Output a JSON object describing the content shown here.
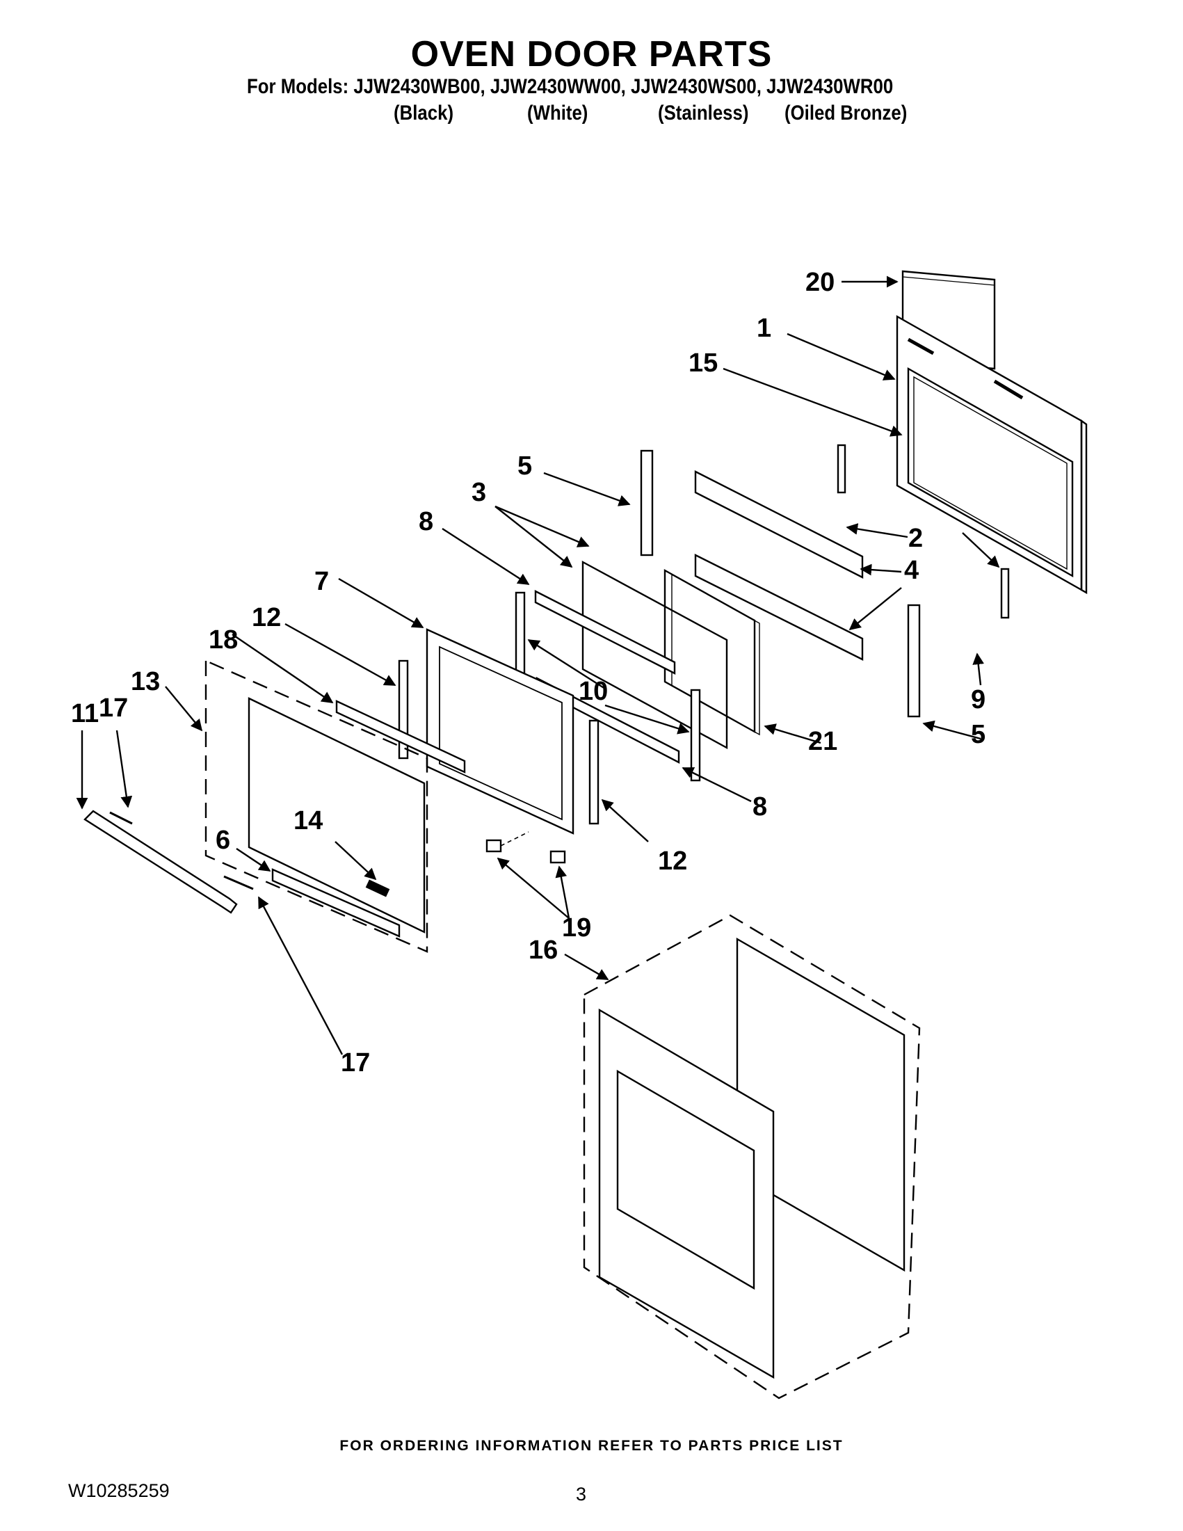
{
  "header": {
    "title": "OVEN DOOR PARTS",
    "models_line": "For Models: JJW2430WB00, JJW2430WW00, JJW2430WS00, JJW2430WR00",
    "colors": [
      "(Black)",
      "(White)",
      "(Stainless)",
      "(Oiled Bronze)"
    ]
  },
  "callouts": [
    "20",
    "1",
    "15",
    "5",
    "3",
    "8",
    "2",
    "4",
    "7",
    "12",
    "18",
    "10",
    "9",
    "5",
    "13",
    "11",
    "17",
    "21",
    "8",
    "14",
    "6",
    "12",
    "19",
    "16",
    "17"
  ],
  "footer": {
    "ordering_note": "FOR ORDERING INFORMATION REFER TO PARTS PRICE LIST",
    "document_number": "W10285259",
    "page_number": "3"
  }
}
